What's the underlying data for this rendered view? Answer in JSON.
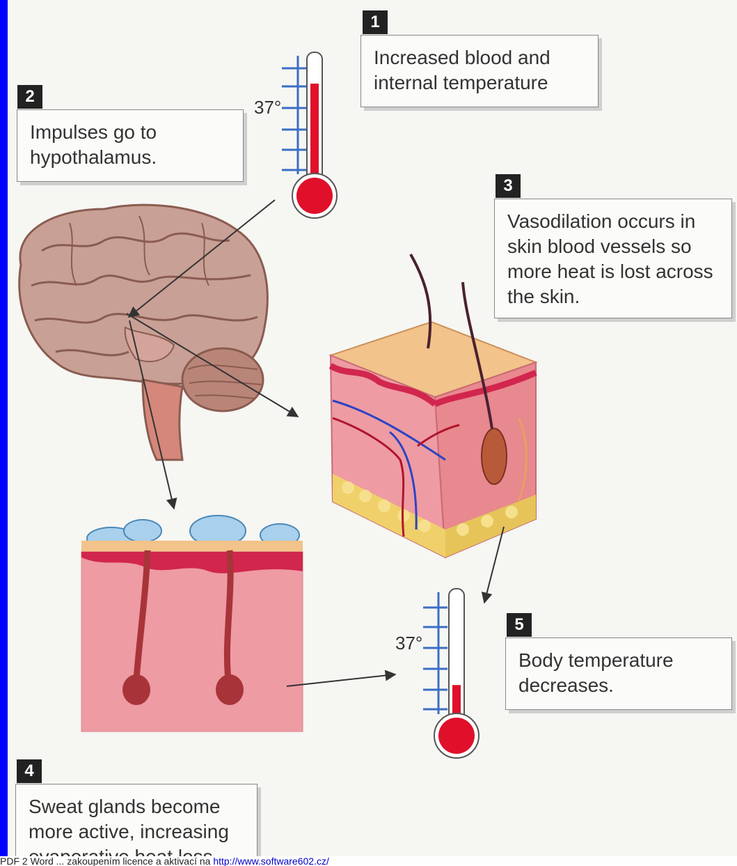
{
  "steps": [
    {
      "num": "1",
      "text": "Increased blood and internal temperature"
    },
    {
      "num": "2",
      "text": "Impulses go to hypothalamus."
    },
    {
      "num": "3",
      "text": "Vasodilation occurs in skin blood vessels so more heat is lost across the skin."
    },
    {
      "num": "4",
      "text": "Sweat glands become more active, increasing evaporative heat loss."
    },
    {
      "num": "5",
      "text": "Body temperature decreases."
    }
  ],
  "thermometers": {
    "top_label": "37°",
    "bottom_label": "37°",
    "top_level": 0.8,
    "bottom_level": 0.35
  },
  "footer": {
    "prefix": "PDF 2 Word ... zakoupením licence a aktivací na",
    "link": "http://www.software602.cz/"
  },
  "colors": {
    "border": "#0000ff",
    "mercury": "#e0102a",
    "skin": "#e98e96",
    "brain": "#b88a7e"
  }
}
